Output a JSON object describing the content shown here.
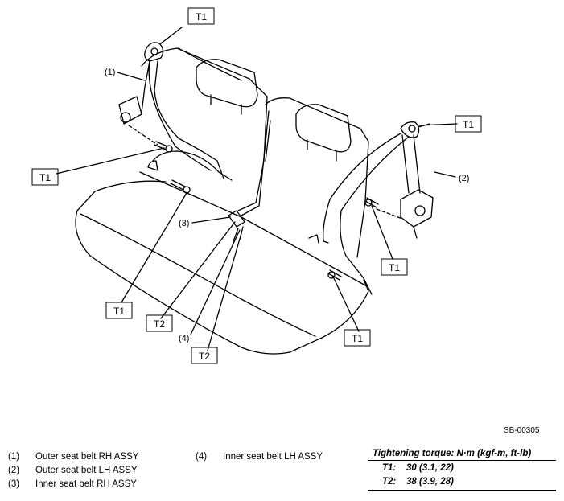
{
  "callouts": {
    "t1": "T1",
    "t2": "T2",
    "n1": "(1)",
    "n2": "(2)",
    "n3": "(3)",
    "n4": "(4)"
  },
  "ref_code": "SB-00305",
  "legend": [
    {
      "num": "(1)",
      "label": "Outer seat belt RH ASSY"
    },
    {
      "num": "(2)",
      "label": "Outer seat belt LH ASSY"
    },
    {
      "num": "(3)",
      "label": "Inner seat belt RH ASSY"
    },
    {
      "num": "(4)",
      "label": "Inner seat belt LH ASSY"
    }
  ],
  "torque": {
    "header": "Tightening torque: N·m (kgf-m, ft-lb)",
    "rows": [
      {
        "label": "T1:",
        "value": "30 (3.1, 22)"
      },
      {
        "label": "T2:",
        "value": "38 (3.9, 28)"
      }
    ]
  }
}
